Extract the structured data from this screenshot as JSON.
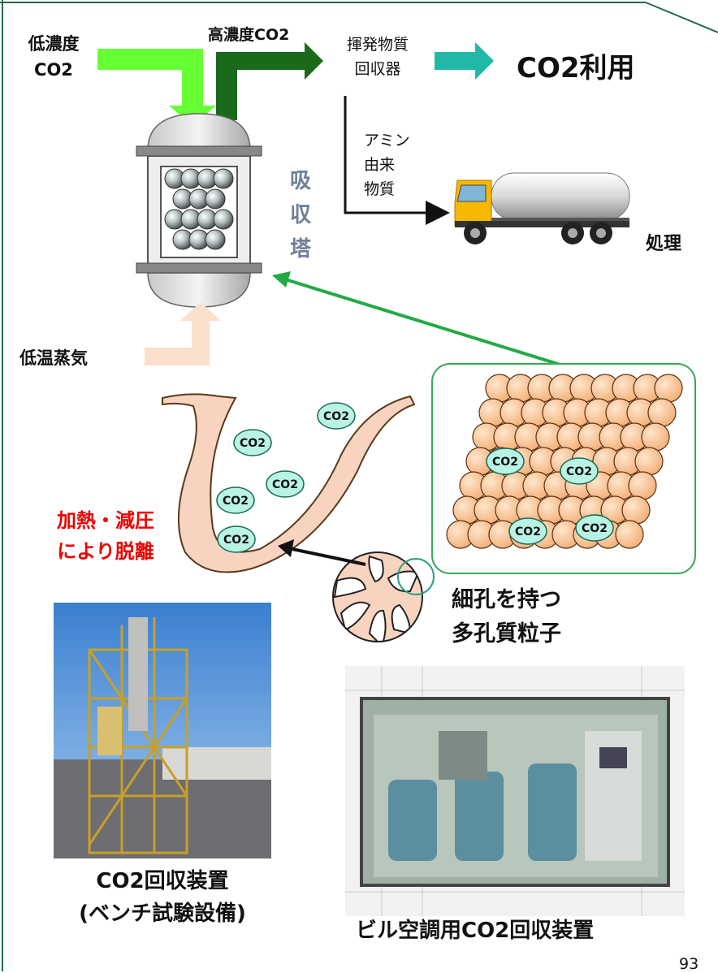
{
  "inputs": {
    "low_conc_co2": [
      "低濃度",
      "CO2"
    ],
    "high_conc_co2": "高濃度CO2",
    "low_temp_steam": "低温蒸気"
  },
  "recovery": {
    "volatile_recovery": [
      "揮発物質",
      "回収器"
    ],
    "co2_use": "CO2利用",
    "amine": [
      "アミン",
      "由来",
      "物質"
    ],
    "treatment": "処理"
  },
  "tower": {
    "label": [
      "吸",
      "収",
      "塔"
    ]
  },
  "desorption": {
    "label": [
      "加熱・減圧",
      "により脱離"
    ]
  },
  "particle": {
    "label": [
      "細孔を持つ",
      "多孔質粒子"
    ]
  },
  "molecules": {
    "co2": "CO2"
  },
  "photos": {
    "bench": {
      "caption": [
        "CO2回収装置",
        "(ベンチ試験設備)"
      ]
    },
    "building": {
      "caption": "ビル空調用CO2回収装置"
    }
  },
  "page_number": "93",
  "colors": {
    "frame": "#1f6b4a",
    "low_co2_arrow": "#66ff33",
    "high_co2_arrow": "#1a6a1a",
    "co2_use_arrow": "#22b8a8",
    "steam_arrow": "#fbe0cc",
    "return_arrow": "#22aa44",
    "desorption_text": "#ee0000",
    "co2_bubble": "#b9f3e4",
    "sphere": "#f8c898",
    "pore_wall": "#f8d4c0"
  }
}
